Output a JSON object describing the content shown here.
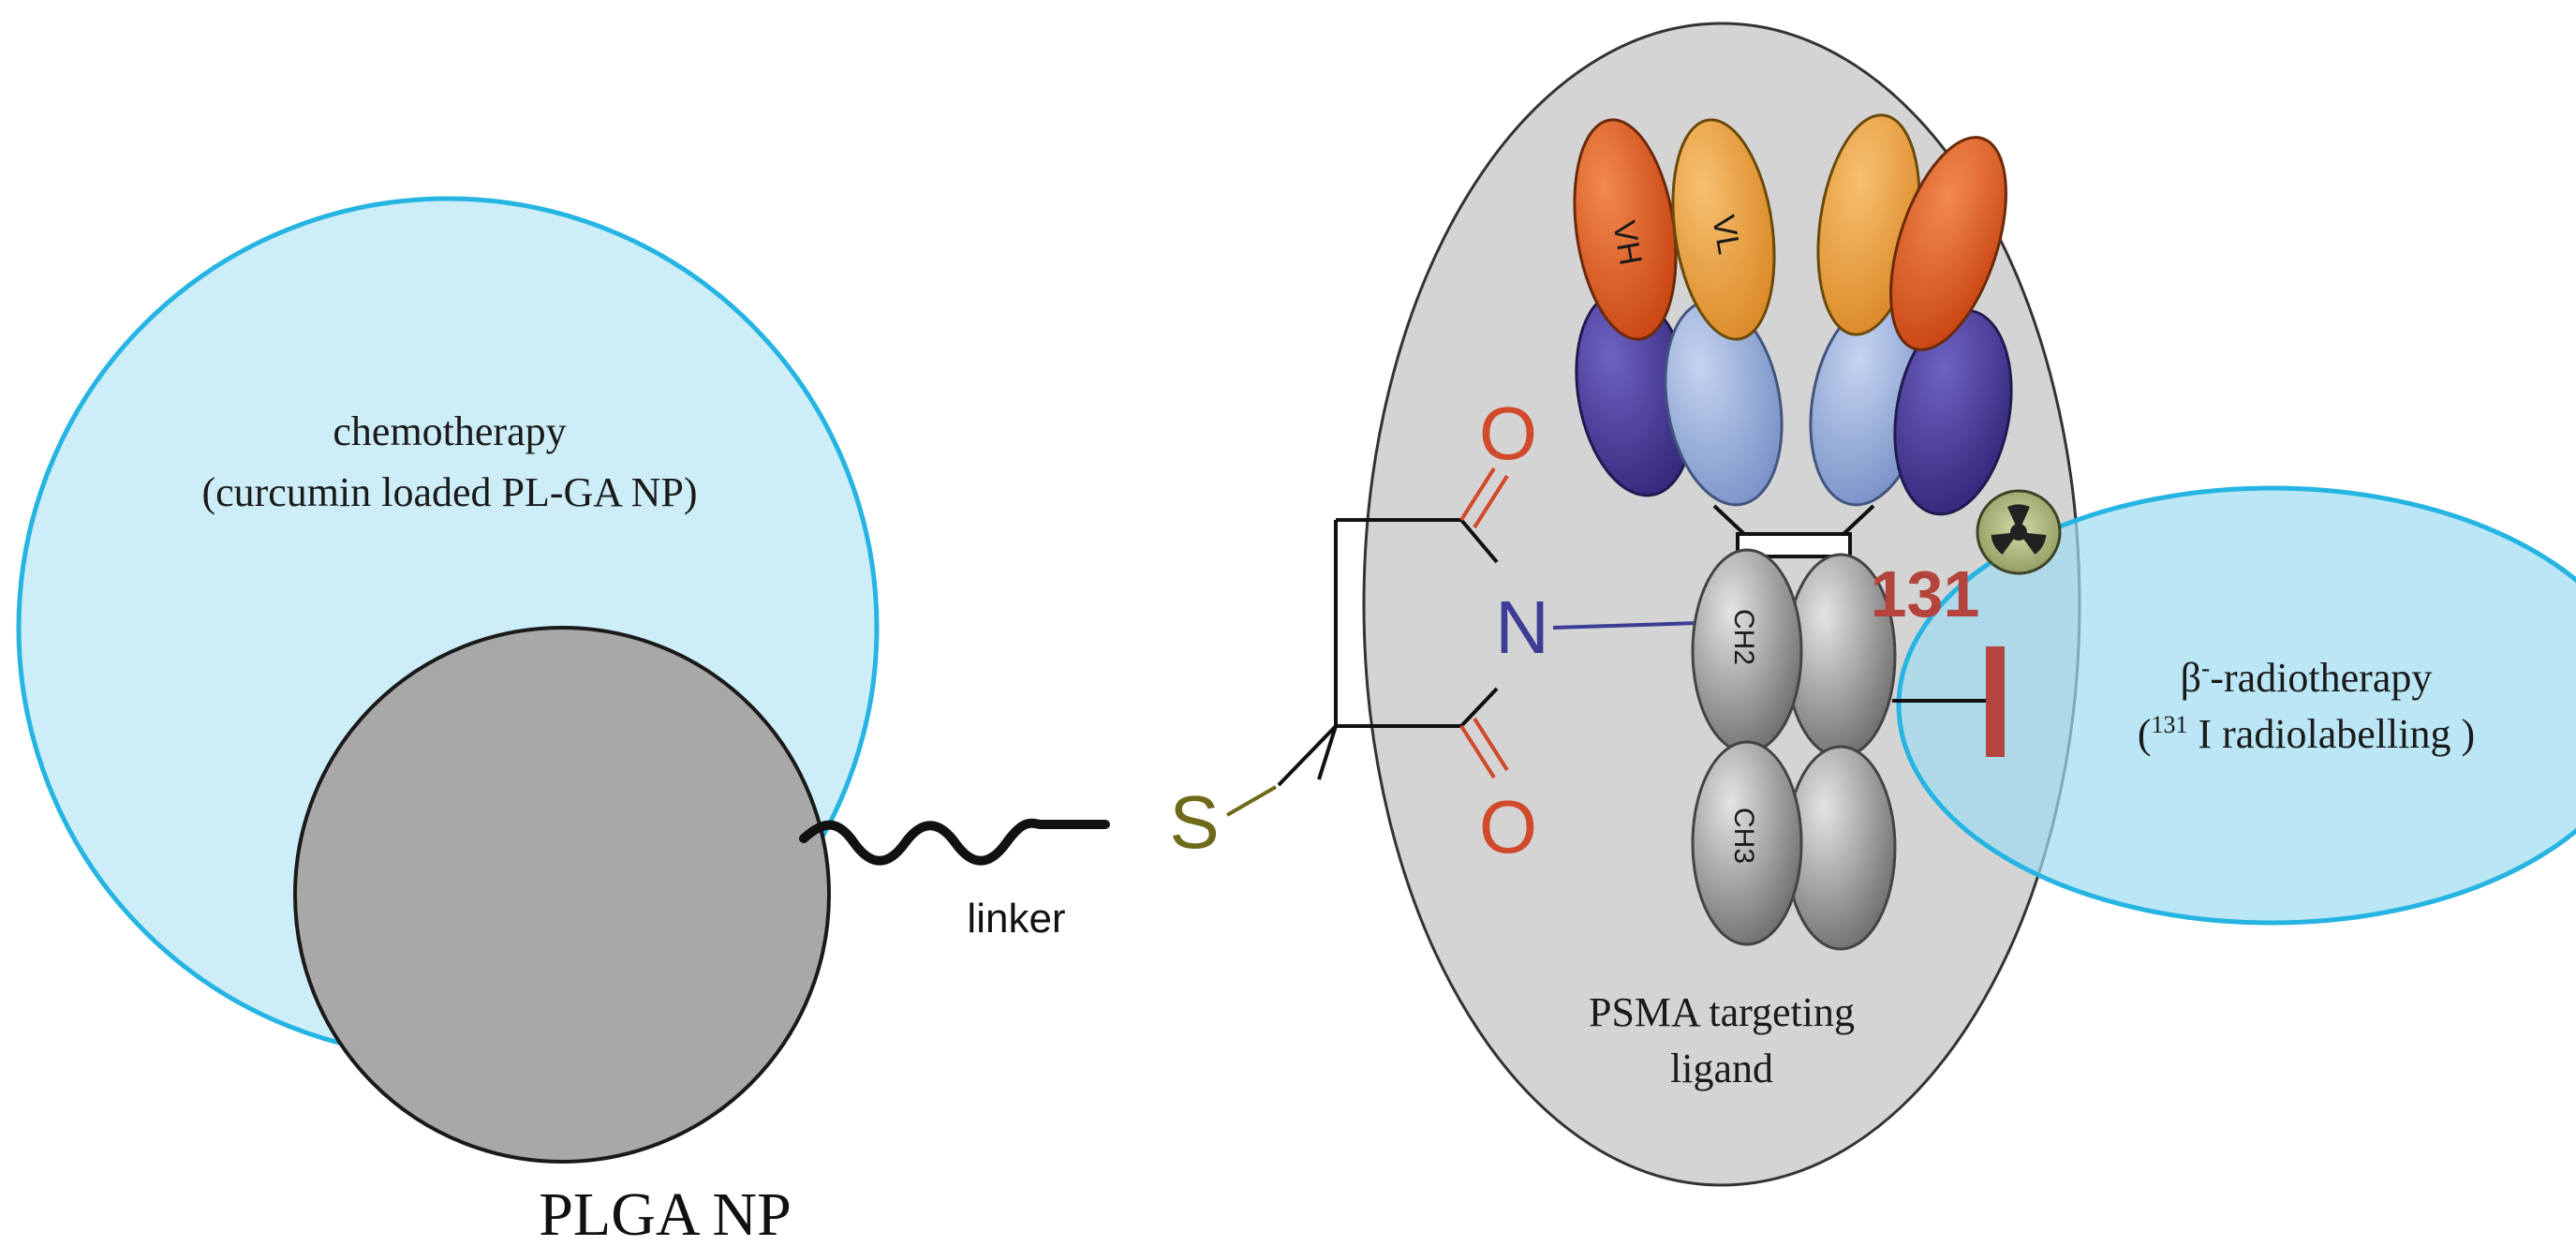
{
  "labels": {
    "chemo_line1": "chemotherapy",
    "chemo_line2": "(curcumin loaded PL-GA NP)",
    "plga_np": "PLGA NP",
    "linker": "linker",
    "sulfur": "S",
    "nitrogen": "N",
    "oxygen_top": "O",
    "oxygen_bottom": "O",
    "vh": "VH",
    "vl": "VL",
    "ch2": "CH2",
    "ch3": "CH3",
    "iodine_number": "131",
    "psma_line1": "PSMA targeting",
    "psma_line2": "ligand",
    "radio_line1_beta": "β",
    "radio_line1_sup": "-",
    "radio_line1_rest": "-radiotherapy",
    "radio_line2_open": "(",
    "radio_line2_sup": "131",
    "radio_line2_rest": " I radiolabelling )"
  },
  "icons": {
    "radiation": "radiation-hazard-icon"
  },
  "colors": {
    "chemo_fill": "#cdeef8",
    "chemo_stroke": "#26b4e3",
    "core_fill": "#a8a8a8",
    "psma_fill": "#d4d4d4",
    "oxygen": "#d04a2b",
    "nitrogen": "#3d3d96",
    "sulfur": "#6e6a1a",
    "heavy_chain_dark": "#46389a",
    "light_chain_blue": "#8da6d6",
    "vh_orange": "#e05a1f",
    "vl_orange": "#eb9935",
    "fc_gray": "#9e9e9e",
    "iodine_red": "#b4443e",
    "radio_fill": "#aee2f3"
  }
}
